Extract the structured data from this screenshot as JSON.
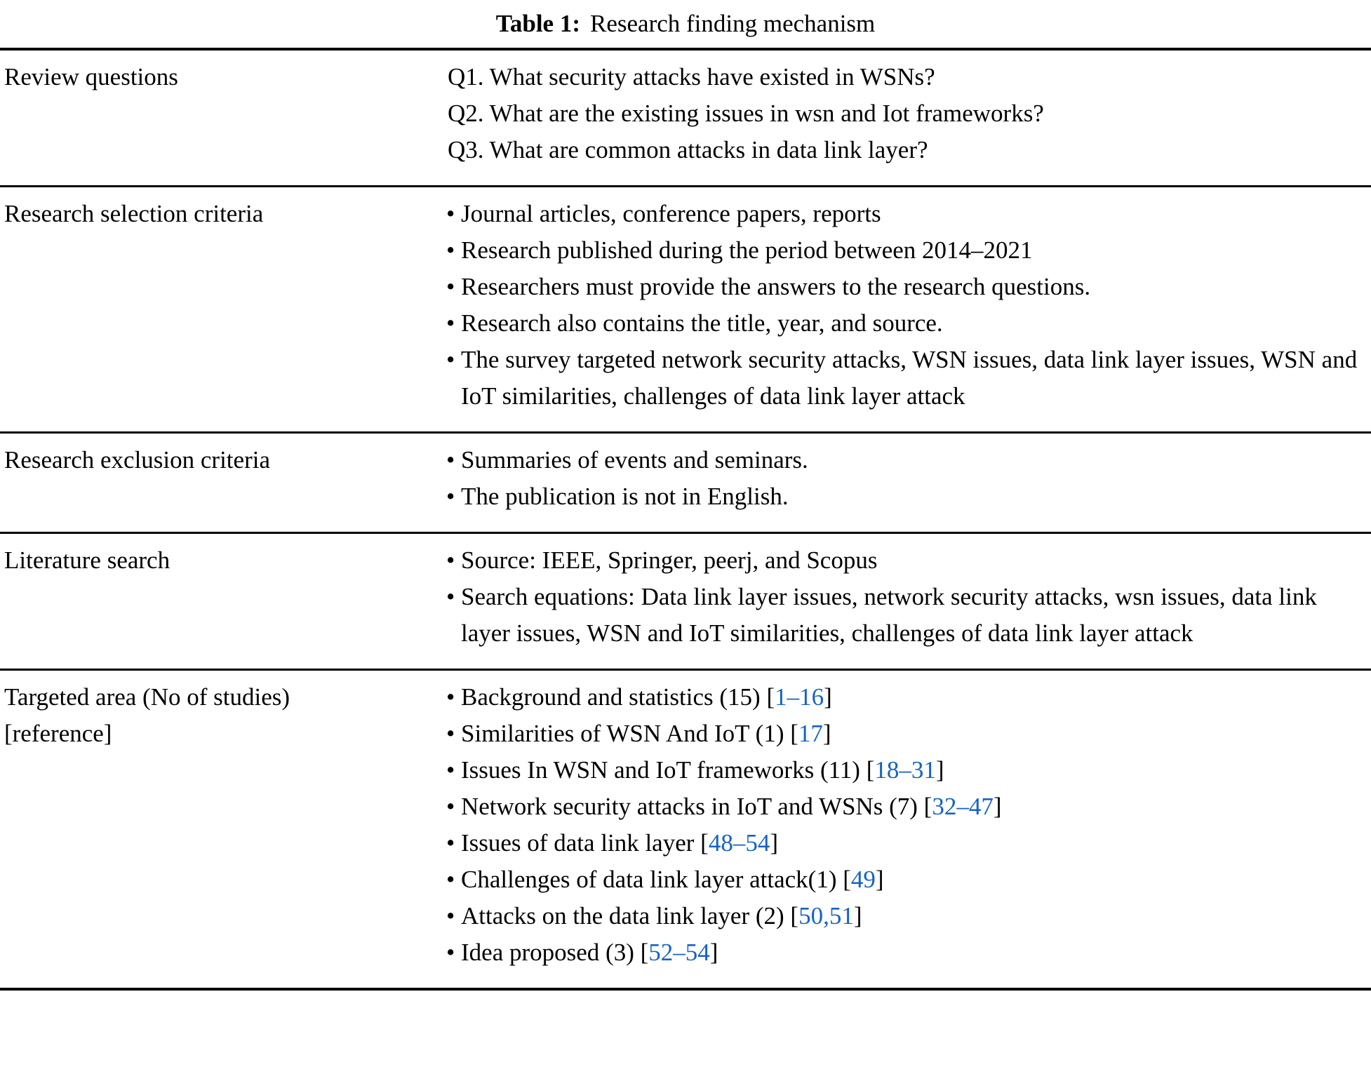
{
  "caption": {
    "label": "Table 1:",
    "text": "Research finding mechanism"
  },
  "colors": {
    "citation": "#1563c4",
    "text": "#000000",
    "rule": "#000000"
  },
  "table": {
    "rows": [
      {
        "label_lines": [
          "Review questions"
        ],
        "bulleted": false,
        "items": [
          [
            {
              "t": "Q1. What security attacks have existed in WSNs?"
            }
          ],
          [
            {
              "t": "Q2. What are the existing issues in wsn and Iot frameworks?"
            }
          ],
          [
            {
              "t": "Q3. What are common attacks in data link layer?"
            }
          ]
        ]
      },
      {
        "label_lines": [
          "Research selection criteria"
        ],
        "bulleted": true,
        "items": [
          [
            {
              "t": "Journal articles, conference papers, reports"
            }
          ],
          [
            {
              "t": "Research published during the period between 2014–2021"
            }
          ],
          [
            {
              "t": "Researchers must provide the answers to the research questions."
            }
          ],
          [
            {
              "t": "Research also contains the title, year, and source."
            }
          ],
          [
            {
              "t": "The survey targeted network security attacks, WSN issues, data link layer issues, WSN and IoT similarities, challenges of data link layer attack"
            }
          ]
        ]
      },
      {
        "label_lines": [
          "Research exclusion criteria"
        ],
        "bulleted": true,
        "items": [
          [
            {
              "t": "Summaries of events and seminars."
            }
          ],
          [
            {
              "t": "The publication is not in English."
            }
          ]
        ]
      },
      {
        "label_lines": [
          "Literature search"
        ],
        "bulleted": true,
        "items": [
          [
            {
              "t": "Source: IEEE, Springer, peerj, and Scopus"
            }
          ],
          [
            {
              "t": "Search equations: Data link layer issues, network security attacks, wsn issues, data link layer issues, WSN and IoT similarities, challenges of data link layer attack"
            }
          ]
        ]
      },
      {
        "label_lines": [
          "Targeted area (No of studies)",
          "[reference]"
        ],
        "bulleted": true,
        "items": [
          [
            {
              "t": "Background and statistics (15) ["
            },
            {
              "t": "1–16",
              "cite": true
            },
            {
              "t": "]"
            }
          ],
          [
            {
              "t": "Similarities of WSN And IoT (1) ["
            },
            {
              "t": "17",
              "cite": true
            },
            {
              "t": "]"
            }
          ],
          [
            {
              "t": "Issues In WSN and IoT frameworks (11) ["
            },
            {
              "t": "18–31",
              "cite": true
            },
            {
              "t": "]"
            }
          ],
          [
            {
              "t": "Network security attacks in IoT and WSNs (7) ["
            },
            {
              "t": "32–47",
              "cite": true
            },
            {
              "t": "]"
            }
          ],
          [
            {
              "t": "Issues of data link layer ["
            },
            {
              "t": "48–54",
              "cite": true
            },
            {
              "t": "]"
            }
          ],
          [
            {
              "t": "Challenges of data link layer attack(1) ["
            },
            {
              "t": "49",
              "cite": true
            },
            {
              "t": "]"
            }
          ],
          [
            {
              "t": "Attacks on the data link layer (2) ["
            },
            {
              "t": "50,51",
              "cite": true
            },
            {
              "t": "]"
            }
          ],
          [
            {
              "t": "Idea proposed (3) ["
            },
            {
              "t": "52–54",
              "cite": true
            },
            {
              "t": "]"
            }
          ]
        ]
      }
    ]
  }
}
